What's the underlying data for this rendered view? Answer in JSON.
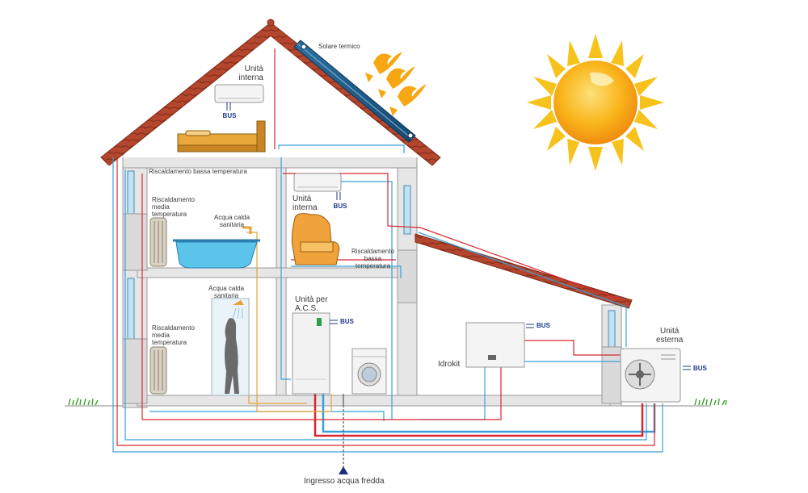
{
  "labels": {
    "solar": "Solare termico",
    "unit_int_top": "Unità\ninterna",
    "unit_int_mid": "Unità\ninterna",
    "risc_bassa_top": "Riscaldamento bassa temperatura",
    "risc_media_1": "Riscaldamento\nmedia\ntemperatura",
    "risc_media_2": "Riscaldamento\nmedia\ntemperatura",
    "acqua_calda_1": "Acqua calda\nsanitaria",
    "acqua_calda_2": "Acqua calda\nsanitaria",
    "risc_bassa_mid": "Riscaldamento\nbassa\ntemperatura",
    "unit_acs": "Unità per\nA.C.S.",
    "idrokit": "Idrokit",
    "unit_ext": "Unità\nesterna",
    "ingresso": "Ingresso acqua fredda"
  },
  "bus": {
    "top": "BUS",
    "mid": "BUS",
    "acs": "BUS",
    "idrokit": "BUS",
    "ext": "BUS"
  },
  "colors": {
    "hot_pipe": "#d8262e",
    "cold_pipe": "#3a9fd8",
    "sun_core": "#f7a713",
    "sun_rays": "#f7c21b",
    "roof": "#b5462e",
    "wall": "#e8e8e8",
    "grass": "#3aa02f"
  }
}
